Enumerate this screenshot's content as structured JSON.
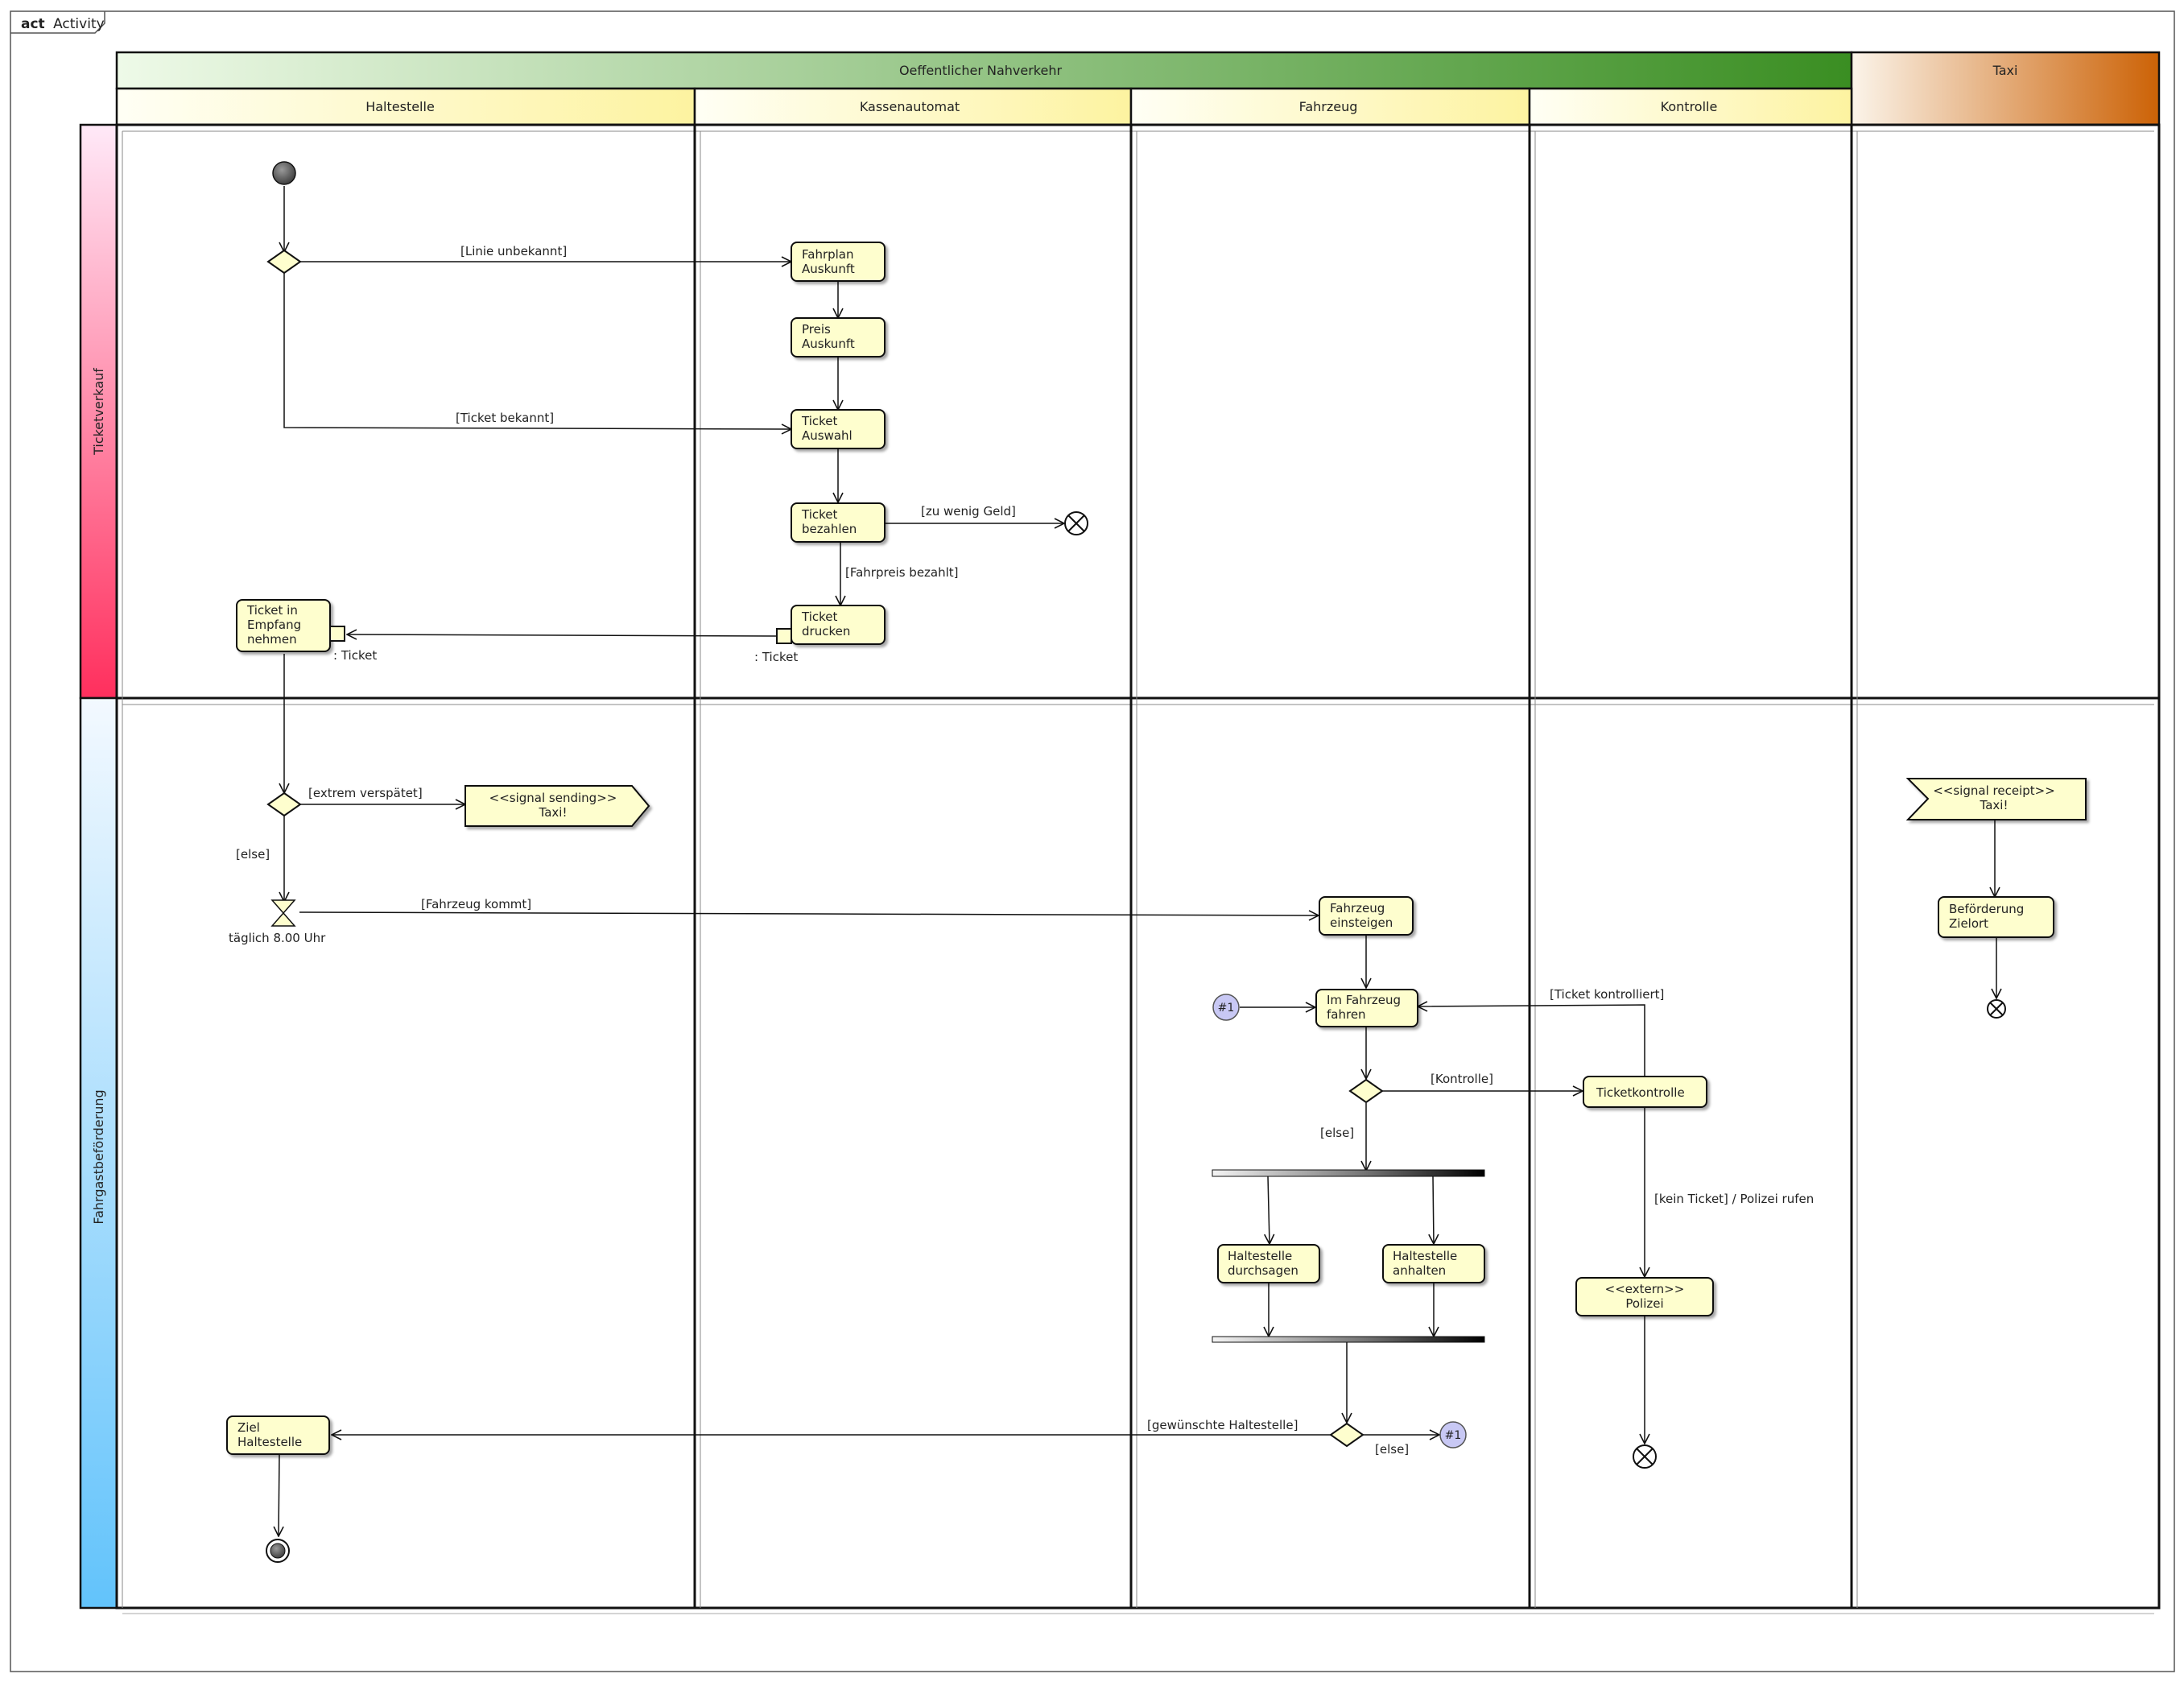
{
  "frame": {
    "keyword": "act",
    "name": "Activity"
  },
  "partitions": {
    "groups": [
      {
        "label": "Oeffentlicher Nahverkehr"
      },
      {
        "label": "Taxi"
      }
    ],
    "columns": [
      {
        "label": "Haltestelle"
      },
      {
        "label": "Kassenautomat"
      },
      {
        "label": "Fahrzeug"
      },
      {
        "label": "Kontrolle"
      }
    ],
    "rows": [
      {
        "label": "Ticketverkauf"
      },
      {
        "label": "Fahrgastbeförderung"
      }
    ]
  },
  "actions": {
    "fahrplan": [
      "Fahrplan",
      "Auskunft"
    ],
    "preis": [
      "Preis",
      "Auskunft"
    ],
    "auswahl": [
      "Ticket",
      "Auswahl"
    ],
    "bezahlen": [
      "Ticket",
      "bezahlen"
    ],
    "drucken": [
      "Ticket",
      "drucken"
    ],
    "empfang": [
      "Ticket in",
      "Empfang",
      "nehmen"
    ],
    "einsteigen": [
      "Fahrzeug",
      "einsteigen"
    ],
    "fahren": [
      "Im Fahrzeug",
      "fahren"
    ],
    "kontrolle": [
      "Ticketkontrolle"
    ],
    "polizei": [
      "<<extern>>",
      "Polizei"
    ],
    "durchsagen": [
      "Haltestelle",
      "durchsagen"
    ],
    "anhalten": [
      "Haltestelle",
      "anhalten"
    ],
    "ziel": [
      "Ziel",
      "Haltestelle"
    ],
    "zielort": [
      "Beförderung",
      "Zielort"
    ]
  },
  "signals": {
    "send": [
      "<<signal sending>>",
      "Taxi!"
    ],
    "receipt": [
      "<<signal receipt>>",
      "Taxi!"
    ]
  },
  "pins": {
    "out": ": Ticket",
    "in": ": Ticket"
  },
  "time_event": {
    "label": "täglich 8.00 Uhr"
  },
  "connectors": {
    "out": "#1",
    "in": "#1"
  },
  "guards": {
    "linie_unbekannt": "[Linie unbekannt]",
    "ticket_bekannt": "[Ticket bekannt]",
    "zu_wenig_geld": "[zu wenig Geld]",
    "fahrpreis_bezahlt": "[Fahrpreis bezahlt]",
    "extrem_verspaetet": "[extrem verspätet]",
    "else_1": "[else]",
    "fahrzeug_kommt": "[Fahrzeug kommt]",
    "ticket_kontrolliert": "[Ticket kontrolliert]",
    "kontrolle": "[Kontrolle]",
    "else_2": "[else]",
    "kein_ticket": "[kein Ticket] / Polizei rufen",
    "gewuenschte_haltestelle": "[gewünschte Haltestelle]",
    "else_3": "[else]"
  },
  "colors": {
    "line": "#111111",
    "action_fill": "#fefece",
    "decision_fill": "#fefece",
    "connector_fill": "#c8c8f4",
    "group_green_start": "#eefae8",
    "group_green_end": "#3a8e22",
    "group_orange_start": "#fbf4ea",
    "group_orange_end": "#cc6206",
    "column_header_start": "#fffff5",
    "column_header_end": "#fdf3a0",
    "row_pink_top": "#ffe9f8",
    "row_pink_bottom": "#ff2f5d",
    "row_blue_top": "#f3f9ff",
    "row_blue_bottom": "#62c3fb"
  }
}
